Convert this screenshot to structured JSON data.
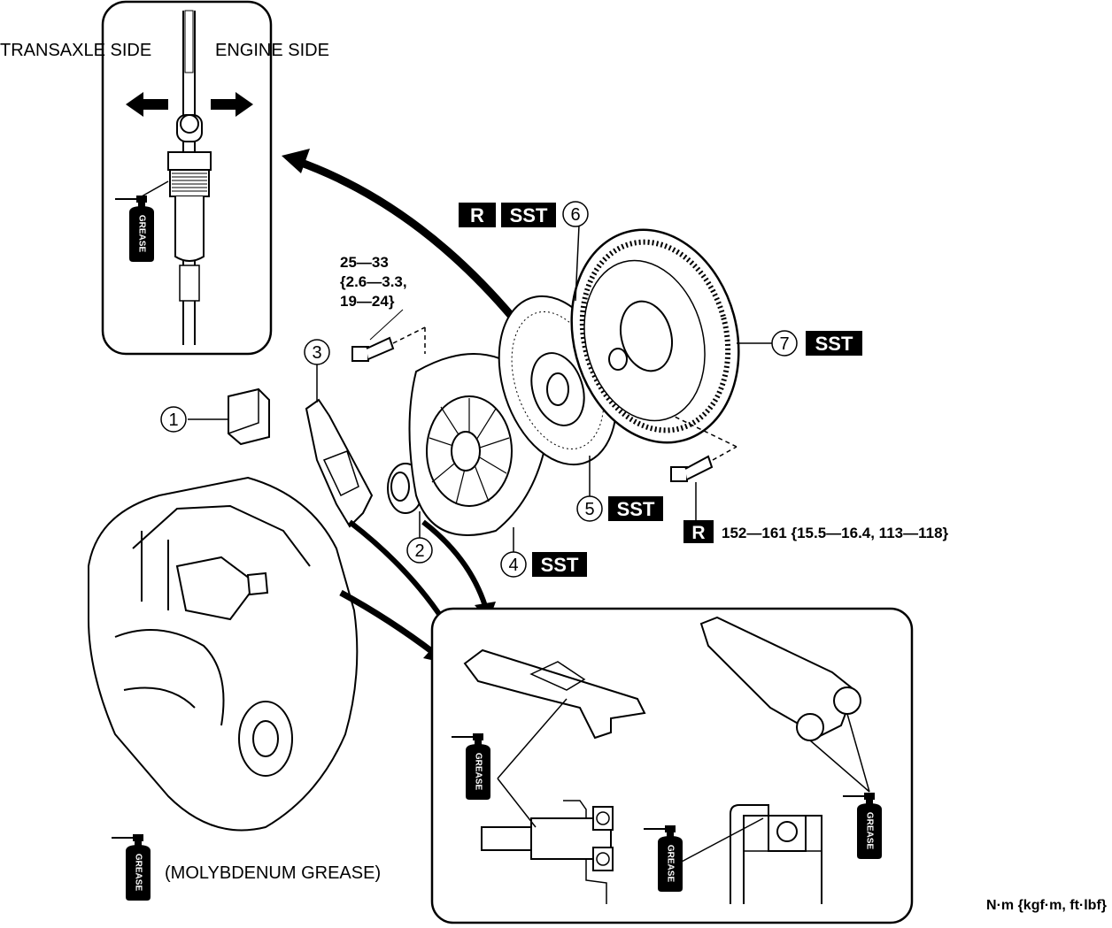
{
  "labels": {
    "transaxle_side": "TRANSAXLE SIDE",
    "engine_side": "ENGINE SIDE",
    "molybdenum": "(MOLYBDENUM GREASE)",
    "units": "N·m {kgf·m,  ft·lbf}",
    "grease": "GREASE",
    "badge_r": "R",
    "badge_sst": "SST"
  },
  "torque": {
    "cover_bolt_1": "25—33",
    "cover_bolt_2": "{2.6—3.3,",
    "cover_bolt_3": "19—24}",
    "flywheel_bolt": "152—161 {15.5—16.4, 113—118}"
  },
  "parts": {
    "p1": "1",
    "p2": "2",
    "p3": "3",
    "p4": "4",
    "p5": "5",
    "p6": "6",
    "p7": "7"
  }
}
